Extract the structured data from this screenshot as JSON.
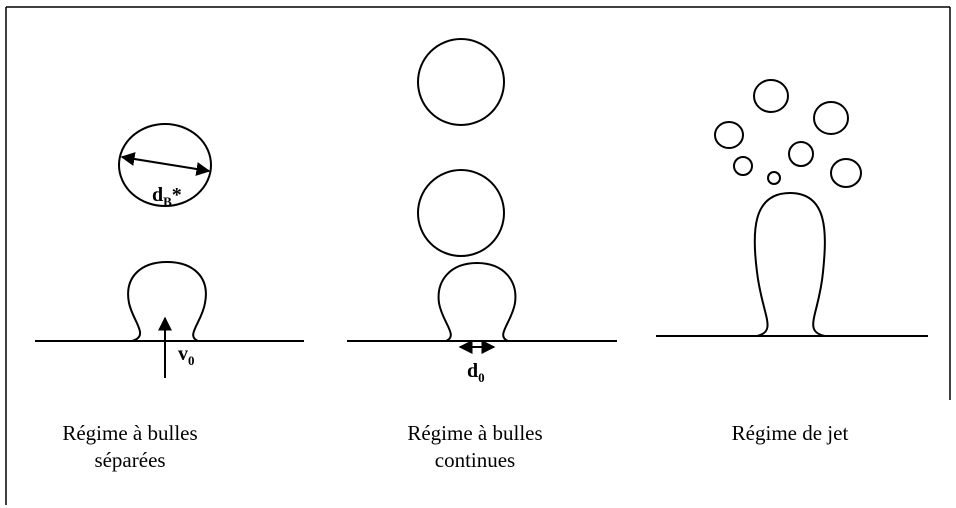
{
  "panels": [
    {
      "caption_line1": "Régime à bulles",
      "caption_line2": "séparées"
    },
    {
      "caption_line1": "Régime à bulles",
      "caption_line2": "continues"
    },
    {
      "caption_line1": "Régime de jet",
      "caption_line2": ""
    }
  ],
  "symbols": {
    "bubble_diameter": {
      "base": "d",
      "sub": "B",
      "suffix": "*"
    },
    "velocity": {
      "base": "v",
      "sub": "0"
    },
    "orifice_diameter": {
      "base": "d",
      "sub": "0"
    }
  }
}
